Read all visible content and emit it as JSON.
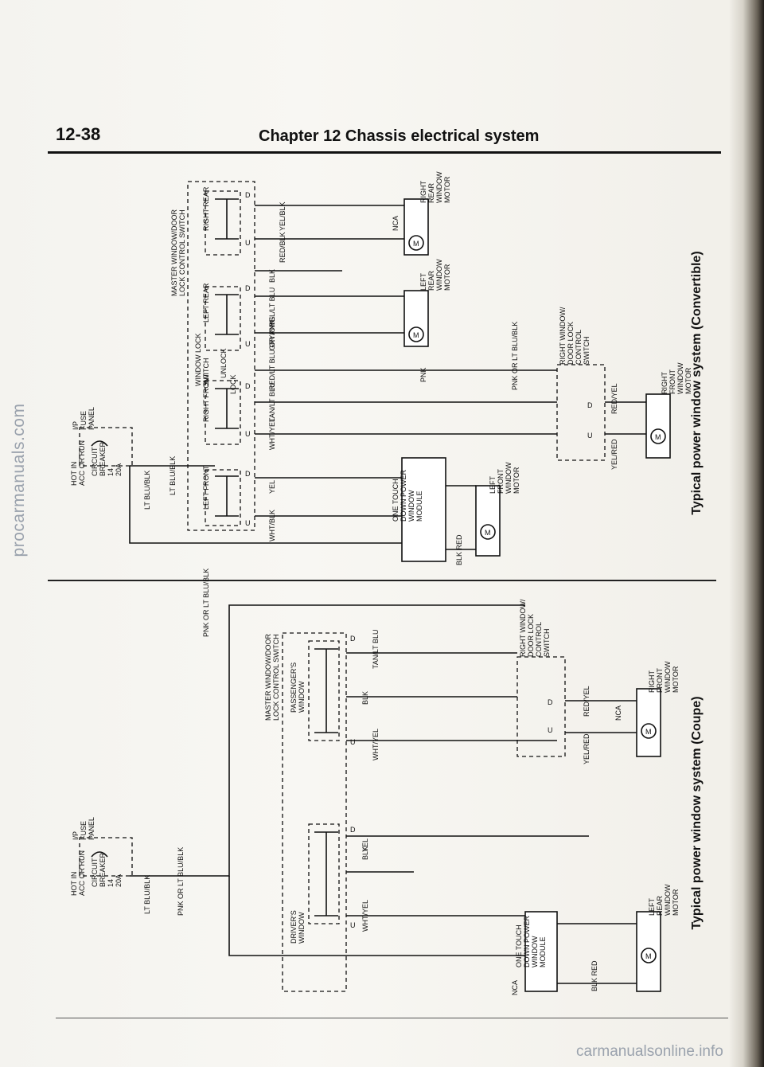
{
  "header": {
    "page_number": "12-38",
    "chapter_title": "Chapter 12  Chassis electrical system"
  },
  "captions": {
    "convertible": "Typical power window system (Convertible)",
    "coupe": "Typical power window system (Coupe)"
  },
  "watermarks": {
    "left": "procarmanuals.com",
    "bottom": "carmanualsonline.info"
  },
  "convertible": {
    "hot_in": "HOT IN",
    "acc_or_run": "ACC OR RUN",
    "breaker": [
      "CIRCUIT",
      "BREAKER",
      "14",
      "20A"
    ],
    "fuse_panel": [
      "I/P",
      "FUSE",
      "PANEL"
    ],
    "master_switch": [
      "MASTER WINDOW/DOOR",
      "LOCK CONTROL SWITCH"
    ],
    "window_lock_switch": [
      "WINDOW LOCK",
      "SWITCH"
    ],
    "unlock": "UNLOCK",
    "lock": "LOCK",
    "switch_labels": [
      "LEFT FRONT",
      "RIGHT FRONT",
      "LEFT REAR",
      "RIGHT REAR"
    ],
    "module": [
      "ONE TOUCH",
      "DOWN POWER",
      "WINDOW",
      "MODULE"
    ],
    "motors": [
      [
        "LEFT",
        "FRONT",
        "WINDOW",
        "MOTOR"
      ],
      [
        "LEFT",
        "REAR",
        "WINDOW",
        "MOTOR"
      ],
      [
        "RIGHT",
        "REAR",
        "WINDOW",
        "MOTOR"
      ],
      [
        "RIGHT",
        "FRONT",
        "WINDOW",
        "MOTOR"
      ]
    ],
    "right_switch": [
      "RIGHT WINDOW/",
      "DOOR LOCK",
      "CONTROL",
      "SWITCH"
    ],
    "wire_colors": [
      "LT BLU/BLK",
      "YEL",
      "WHT/YEL",
      "TAN/LT BLU",
      "RED/LT BLU OR PNK",
      "GRY/ORG",
      "YEL/LT BLU",
      "BLK",
      "RED/BLK",
      "YEL/BLK",
      "NCA",
      "PNK",
      "PNK OR LT BLU/BLK",
      "RED/YEL",
      "YEL/RED",
      "BLK RED",
      "WHT/BLK",
      "LT BLU/BLK"
    ]
  },
  "coupe": {
    "hot_in": "HOT IN",
    "acc_or_run": "ACC OR RUN",
    "breaker": [
      "CIRCUIT",
      "BREAKER",
      "14",
      "20A"
    ],
    "fuse_panel": [
      "I/P",
      "FUSE",
      "PANEL"
    ],
    "master_switch": [
      "MASTER WINDOW/DOOR",
      "LOCK CONTROL SWITCH"
    ],
    "passenger_window": [
      "PASSENGER'S",
      "WINDOW"
    ],
    "driver_window": [
      "DRIVER'S",
      "WINDOW"
    ],
    "module": [
      "ONE TOUCH",
      "DOWN POWER",
      "WINDOW",
      "MODULE"
    ],
    "motors": [
      [
        "LEFT",
        "REAR",
        "WINDOW",
        "MOTOR"
      ],
      [
        "RIGHT",
        "FRONT",
        "WINDOW",
        "MOTOR"
      ]
    ],
    "right_switch": [
      "RIGHT WINDOW/",
      "DOOR LOCK",
      "CONTROL",
      "SWITCH"
    ],
    "wire_colors": [
      "LT BLU/BLK",
      "PNK OR LT BLU/BLK",
      "WHT/YEL",
      "TAN/LT BLU",
      "BLK",
      "YEL",
      "NCA",
      "RED/YEL",
      "YEL/RED",
      "BLK RED"
    ]
  },
  "switch_positions": [
    "U",
    "D"
  ],
  "motor_symbol": "M"
}
